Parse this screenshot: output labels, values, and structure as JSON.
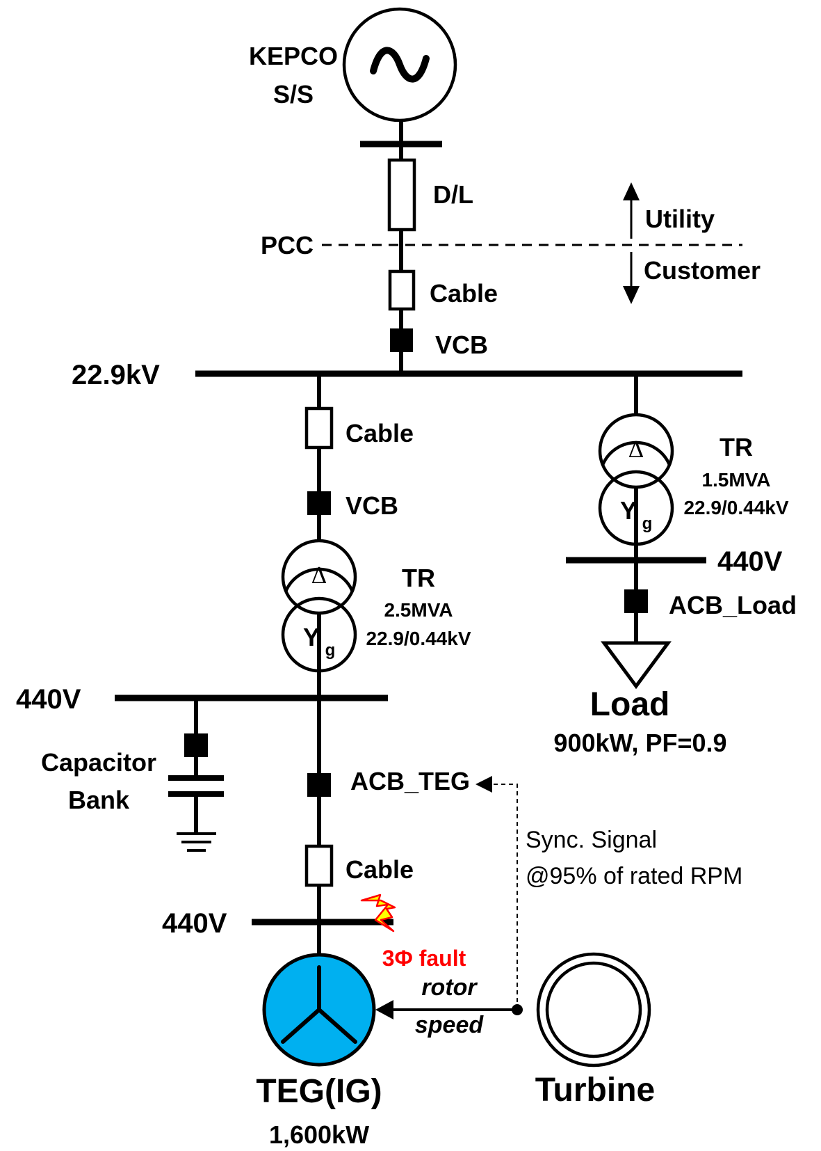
{
  "source": {
    "line1": "KEPCO",
    "line2": "S/S"
  },
  "labels": {
    "dl": "D/L",
    "pcc": "PCC",
    "utility": "Utility",
    "customer": "Customer",
    "cable_top": "Cable",
    "vcb_top": "VCB",
    "bus_22kv": "22.9kV",
    "cable_left": "Cable",
    "vcb_left": "VCB"
  },
  "tr_left": {
    "delta": "Δ",
    "wye": "Y",
    "wye_sub": "g",
    "name": "TR",
    "rating": "2.5MVA",
    "ratio": "22.9/0.44kV"
  },
  "tr_right": {
    "delta": "Δ",
    "wye": "Y",
    "wye_sub": "g",
    "name": "TR",
    "rating": "1.5MVA",
    "ratio": "22.9/0.44kV"
  },
  "bus_440_left": "440V",
  "bus_440_right": "440V",
  "acb_load": "ACB_Load",
  "load": {
    "name": "Load",
    "rating": "900kW, PF=0.9"
  },
  "capacitor": {
    "line1": "Capacitor",
    "line2": "Bank"
  },
  "acb_teg": "ACB_TEG",
  "sync_signal": {
    "line1": "Sync. Signal",
    "line2": "@95% of rated RPM"
  },
  "cable_bottom": "Cable",
  "bus_440_bottom": "440V",
  "fault": "3Φ fault",
  "rotor_speed": {
    "line1": "rotor",
    "line2": "speed"
  },
  "generator": {
    "name": "TEG(IG)",
    "rating": "1,600kW",
    "color": "#00b0f0"
  },
  "turbine": "Turbine"
}
